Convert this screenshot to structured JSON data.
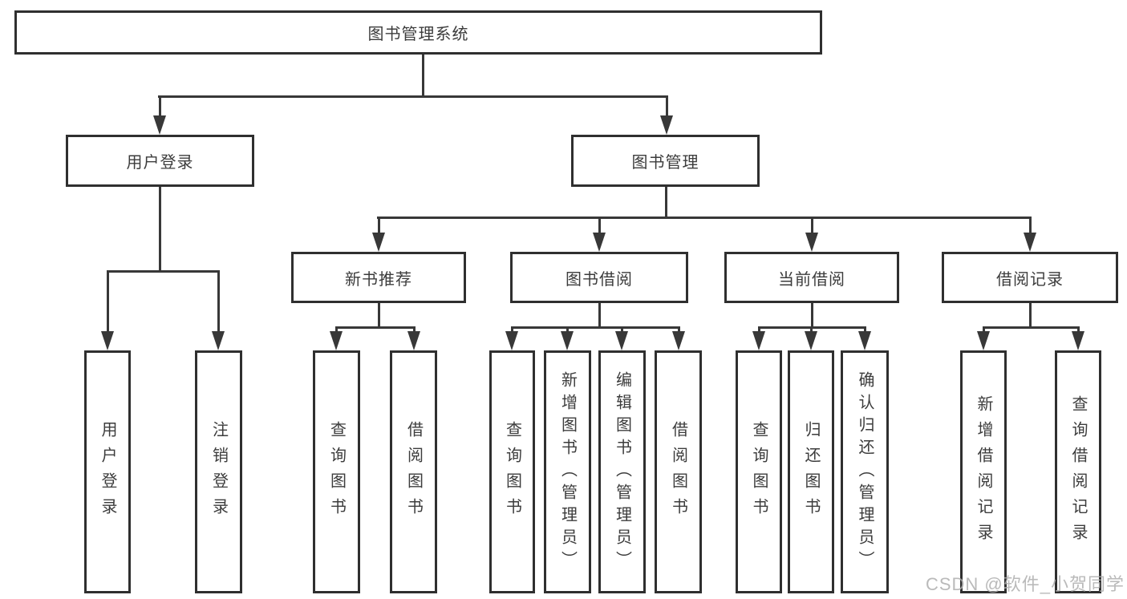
{
  "diagram": {
    "root": {
      "label": "图书管理系统"
    },
    "level2": [
      {
        "label": "用户登录"
      },
      {
        "label": "图书管理"
      }
    ],
    "level3": [
      {
        "label": "新书推荐"
      },
      {
        "label": "图书借阅"
      },
      {
        "label": "当前借阅"
      },
      {
        "label": "借阅记录"
      }
    ],
    "leaves": [
      {
        "label": "用户登录"
      },
      {
        "label": "注销登录"
      },
      {
        "label": "查询图书"
      },
      {
        "label": "借阅图书"
      },
      {
        "label": "查询图书"
      },
      {
        "label": "新增图书（管理员）"
      },
      {
        "label": "编辑图书（管理员）"
      },
      {
        "label": "借阅图书"
      },
      {
        "label": "查询图书"
      },
      {
        "label": "归还图书"
      },
      {
        "label": "确认归还（管理员）"
      },
      {
        "label": "新增借阅记录"
      },
      {
        "label": "查询借阅记录"
      }
    ]
  },
  "watermark": {
    "text": "CSDN @软件_小贺同学"
  },
  "colors": {
    "line": "#383838",
    "box_border": "#2f2f2f",
    "text": "#3c3c3c",
    "background": "#ffffff",
    "watermark": "#aeaeae"
  }
}
